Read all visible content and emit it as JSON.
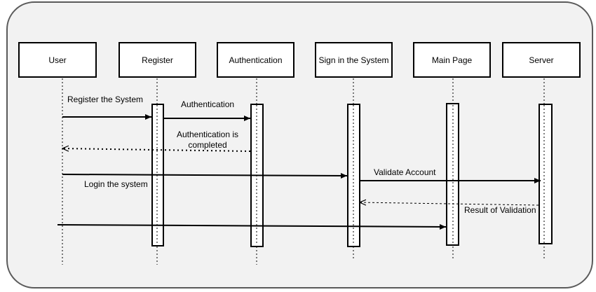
{
  "participants": {
    "user": "User",
    "register": "Register",
    "authentication": "Authentication",
    "sign_in": "Sign in the System",
    "main_page": "Main Page",
    "server": "Server"
  },
  "messages": {
    "register_the_system": "Register the System",
    "authentication": "Authentication",
    "authentication_completed_line1": "Authentication is",
    "authentication_completed_line2": "completed",
    "login_the_system": "Login the system",
    "validate_account": "Validate Account",
    "result_of_validation": "Result of Validation"
  }
}
